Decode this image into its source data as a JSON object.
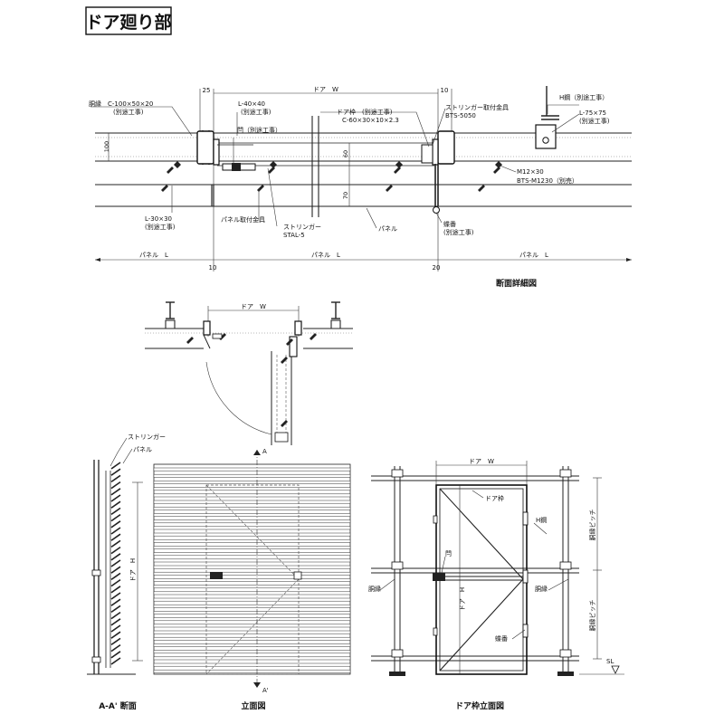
{
  "title": "ドア廻り部",
  "section_detail": {
    "caption": "断面詳細図",
    "dims": {
      "d25": "25",
      "door_w": "ドア　W",
      "d10_top": "10",
      "d100": "100",
      "d60": "60",
      "d70": "70",
      "d10_bottom": "10",
      "d20": "20",
      "panel_l": "パネル　L"
    },
    "labels": {
      "dobuchi_c": "胴縁　C-100×50×20",
      "betto": "(別途工事)",
      "l40": "L-40×40",
      "kannuki": "閂（別途工事）",
      "door_frame": "ドア枠　(別途工事)",
      "door_frame_c": "C-60×30×10×2.3",
      "stringer_fitting": "ストリンガー取付金具",
      "bts5050": "BTS-5050",
      "h_steel": "H鋼（別途工事）",
      "l75": "L-75×75",
      "l75_betto": "(別途工事)",
      "m12": "M12×30",
      "bts_m1230": "BTS-M1230（別売）",
      "l30": "L-30×30",
      "l30_betto": "(別途工事)",
      "panel_fitting": "パネル取付金具",
      "stringer": "ストリンガー",
      "stal5": "STAL-5",
      "panel": "パネル",
      "hinge": "蝶番",
      "hinge_betto": "(別途工事)"
    }
  },
  "plan": {
    "door_w": "ドア　W"
  },
  "section_aa": {
    "caption": "A-A' 断面",
    "stringer": "ストリンガー",
    "panel": "パネル",
    "door_h": "ドア　H"
  },
  "elevation": {
    "caption": "立面図",
    "a_top": "A",
    "a_bottom": "A'"
  },
  "frame_elevation": {
    "caption": "ドア枠立面図",
    "door_w": "ドア　W",
    "door_frame": "ドア枠",
    "h_steel": "H鋼",
    "dobuchi_pitch_1": "胴縁ピッチ",
    "dobuchi_pitch_2": "胴縁ピッチ",
    "kannuki": "閂",
    "dobuchi_left": "胴縁",
    "dobuchi_right": "胴縁",
    "door_h": "ドア　H",
    "hinge": "蝶番",
    "sl": "SL"
  }
}
